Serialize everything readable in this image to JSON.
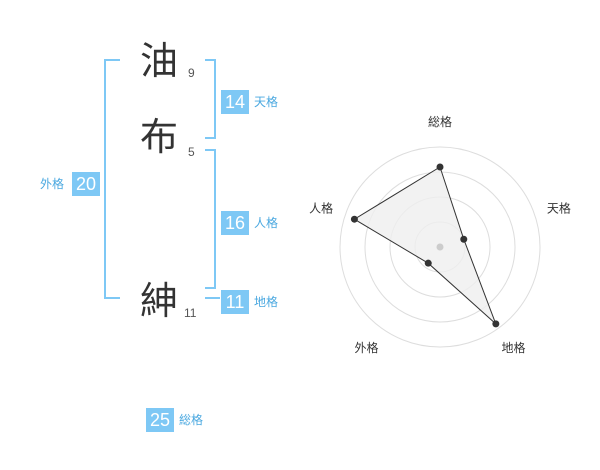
{
  "colors": {
    "accent": "#7ec8f5",
    "label_text": "#4aa8e0",
    "bracket": "#7ec8f5",
    "kanji_text": "#333333",
    "radar_grid": "#dddddd",
    "radar_fill": "#efefef",
    "radar_line": "#333333",
    "radar_point": "#333333",
    "radar_center": "#cccccc"
  },
  "name": {
    "characters": [
      {
        "char": "油",
        "strokes": "9"
      },
      {
        "char": "布",
        "strokes": "5"
      },
      {
        "char": "紳",
        "strokes": "11"
      }
    ]
  },
  "fortune": {
    "tenkaku": {
      "value": "14",
      "label": "天格"
    },
    "jinkaku": {
      "value": "16",
      "label": "人格"
    },
    "chikaku": {
      "value": "11",
      "label": "地格"
    },
    "gaikaku": {
      "value": "20",
      "label": "外格"
    },
    "soukaku": {
      "value": "25",
      "label": "総格"
    }
  },
  "chart_data": {
    "type": "radar",
    "axes": [
      "総格",
      "天格",
      "地格",
      "外格",
      "人格"
    ],
    "rings": 4,
    "max": 4,
    "values": [
      3.2,
      1.0,
      3.8,
      0.8,
      3.6
    ]
  }
}
